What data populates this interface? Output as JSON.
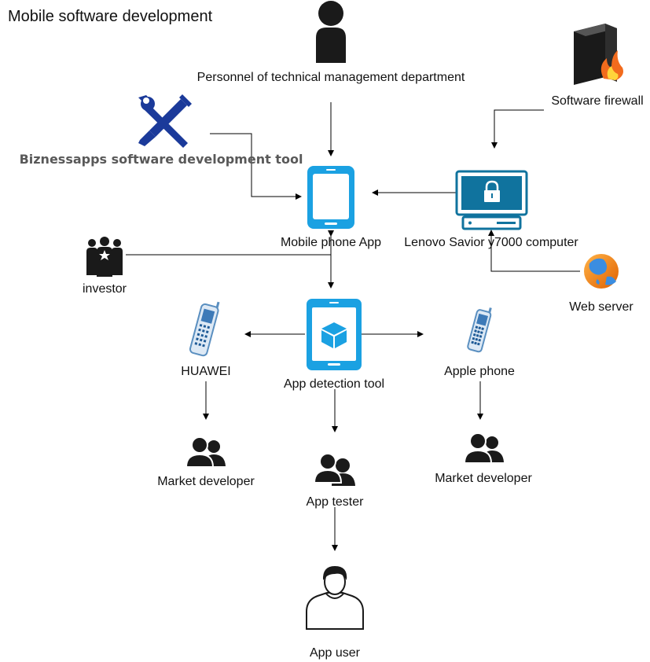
{
  "title": "Mobile software development",
  "nodes": {
    "personnel": {
      "label": "Personnel of technical management department",
      "icon": "person-silhouette-icon"
    },
    "dev_tool": {
      "label": "Biznessapps software development tool",
      "icon": "tools-icon"
    },
    "firewall": {
      "label": "Software firewall",
      "icon": "firewall-icon"
    },
    "mobile_app": {
      "label": "Mobile phone App",
      "icon": "smartphone-icon"
    },
    "computer": {
      "label": "Lenovo Savior y7000 computer",
      "icon": "secure-computer-icon"
    },
    "investor": {
      "label": "investor",
      "icon": "investor-group-icon"
    },
    "web_server": {
      "label": "Web server",
      "icon": "globe-icon"
    },
    "detection_tool": {
      "label": "App detection tool",
      "icon": "tablet-app-icon"
    },
    "huawei": {
      "label": "HUAWEI",
      "icon": "mobile-phone-icon"
    },
    "apple": {
      "label": "Apple phone",
      "icon": "mobile-phone-icon"
    },
    "market_dev_left": {
      "label": "Market developer",
      "icon": "users-icon"
    },
    "market_dev_right": {
      "label": "Market developer",
      "icon": "users-icon"
    },
    "tester": {
      "label": "App tester",
      "icon": "users-icon"
    },
    "user": {
      "label": "App user",
      "icon": "user-outline-icon"
    }
  },
  "colors": {
    "device_blue": "#1ba1e2",
    "tool_navy": "#1b3a9a",
    "computer_teal": "#10739e",
    "dark": "#222222"
  }
}
